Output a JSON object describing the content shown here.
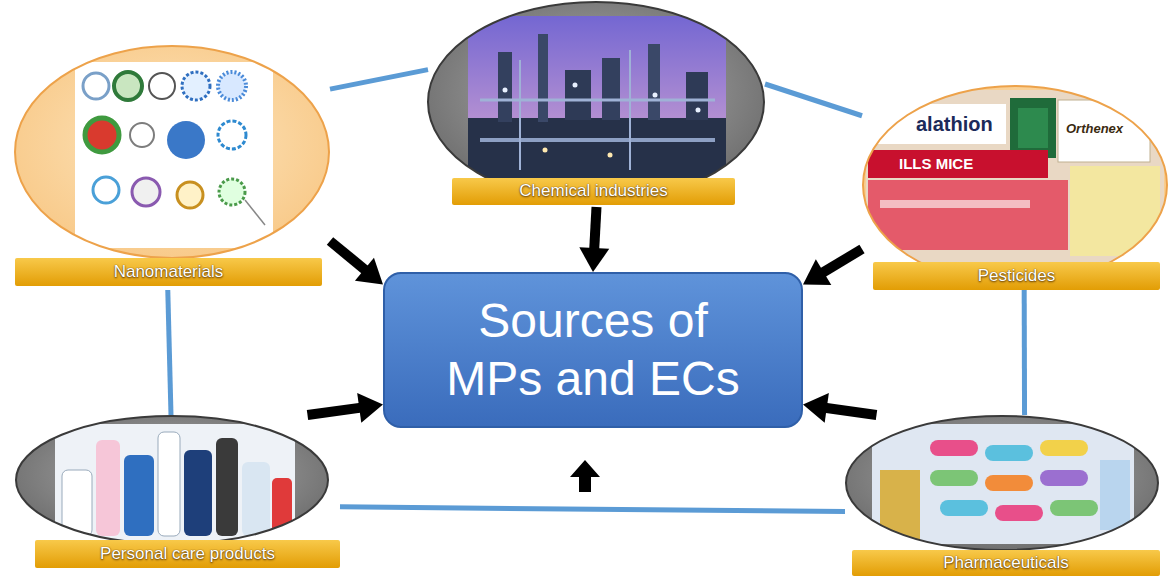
{
  "diagram": {
    "nodes": [
      {
        "text": [
          "Chemical industries"
        ]
      },
      {
        "text": [
          "Nanomaterials"
        ]
      },
      {
        "text": [
          "Pesticides"
        ]
      },
      {
        "text": [
          "Sources of MPs and ECs"
        ]
      },
      {
        "text": [
          "Personal care products"
        ]
      },
      {
        "text": [
          "Pharmaceuticals"
        ]
      }
    ],
    "edges": [
      {
        "from": 0,
        "to": 3,
        "arrow": "to"
      },
      {
        "from": 1,
        "to": 3,
        "arrow": "to"
      },
      {
        "from": 2,
        "to": 3,
        "arrow": "to"
      },
      {
        "from": 4,
        "to": 3,
        "arrow": "to"
      },
      {
        "from": 5,
        "to": 3,
        "arrow": "to"
      },
      {
        "from": 1,
        "to": 0,
        "arrow": "none"
      },
      {
        "from": 0,
        "to": 2,
        "arrow": "none"
      },
      {
        "from": 1,
        "to": 4,
        "arrow": "none"
      },
      {
        "from": 2,
        "to": 5,
        "arrow": "none"
      },
      {
        "from": 4,
        "to": 5,
        "arrow": "none"
      }
    ],
    "labels": [
      "alathion",
      "Orthenex",
      "ILLS MICE"
    ]
  }
}
